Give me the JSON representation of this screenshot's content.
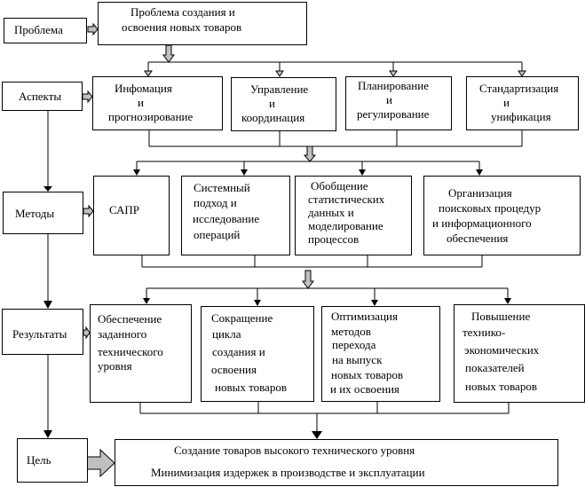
{
  "diagram": {
    "levels": {
      "problem": "Проблема",
      "aspects": "Аспекты",
      "methods": "Методы",
      "results": "Результаты",
      "goal": "Цель"
    },
    "problem_box": [
      "Проблема создания и",
      "освоения новых товаров"
    ],
    "aspects": [
      [
        "Инфомация",
        "и",
        "прогнозирование"
      ],
      [
        "Управление",
        "и",
        "координация"
      ],
      [
        "Планирование",
        "и",
        "регулирование"
      ],
      [
        "Стандартизация",
        "и",
        "унификация"
      ]
    ],
    "methods": [
      [
        "САПР"
      ],
      [
        "Системный",
        "подход и",
        "исследование",
        "операций"
      ],
      [
        "Обобщение",
        "статистических",
        "данных  и",
        "моделирование",
        "процессов"
      ],
      [
        "Организация",
        "поисковых процедур",
        "и    информационного",
        "обеспечения"
      ]
    ],
    "results": [
      [
        "Обеспечение",
        "заданного",
        "технического",
        "уровня"
      ],
      [
        "Сокращение",
        "цикла",
        "создания и",
        "освоения",
        "новых  товаров"
      ],
      [
        "Оптимизация",
        "методов",
        "перехода",
        "на выпуск",
        "новых  товаров",
        "и их освоения"
      ],
      [
        "Повышение",
        "технико-",
        "экономических",
        "показателей",
        "новых товаров"
      ]
    ],
    "goal_box": [
      "Создание товаров высокого технического уровня",
      "Минимизация издержек в производстве и эксплуатации"
    ]
  },
  "colors": {
    "line": "#000000",
    "arrow_fill": "#c0c0c0"
  }
}
